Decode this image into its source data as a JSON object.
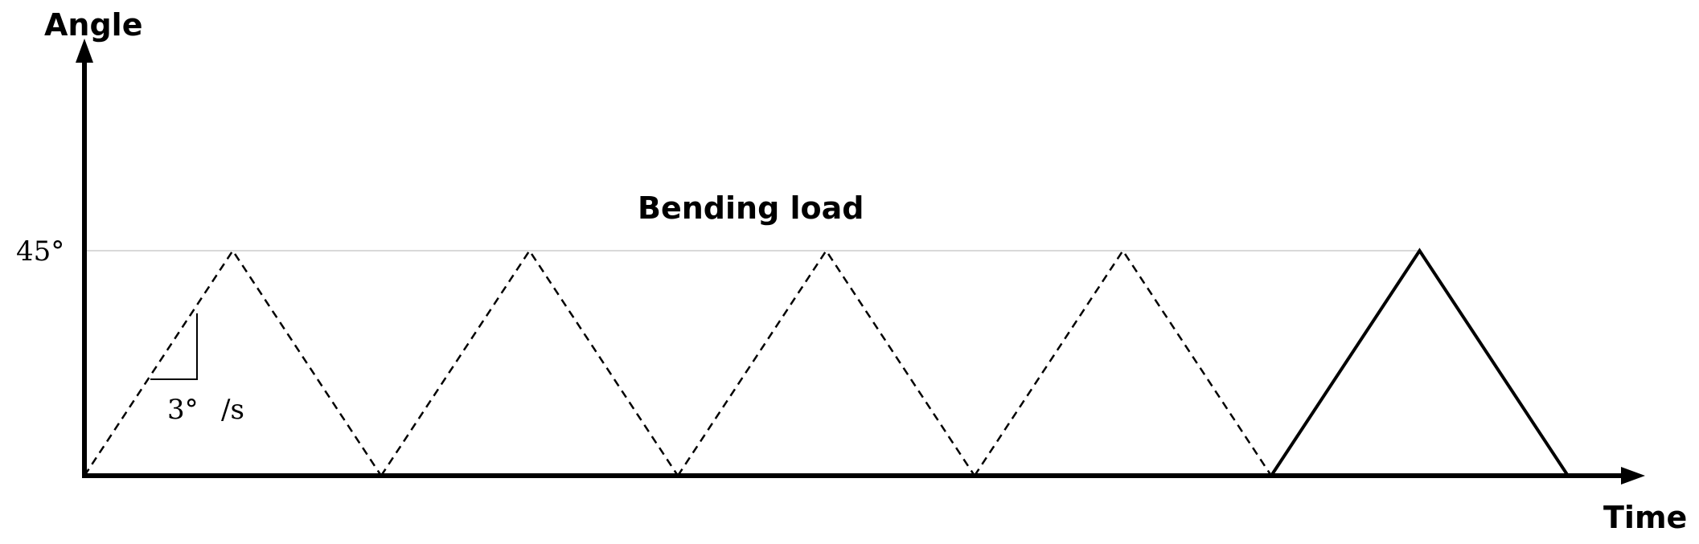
{
  "diagram": {
    "y_axis_label": "Angle",
    "x_axis_label": "Time",
    "title": "Bending load",
    "peak_label": "45°",
    "rate_value": "3°",
    "rate_unit": "/s",
    "peak_angle_deg": 45,
    "rate_deg_per_s": 3,
    "cycles": [
      {
        "style": "dashed"
      },
      {
        "style": "dashed"
      },
      {
        "style": "dashed"
      },
      {
        "style": "dashed"
      },
      {
        "style": "solid"
      }
    ],
    "colors": {
      "line": "#000000",
      "reference_line": "#d9d9d9"
    }
  }
}
